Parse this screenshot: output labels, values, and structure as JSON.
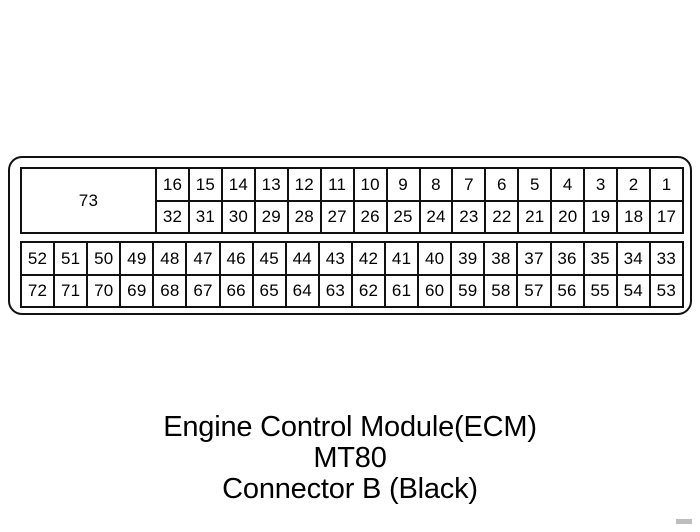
{
  "diagram": {
    "type": "connector-pinout",
    "shell": {
      "shape": "rounded-rectangle",
      "outline_color": "#111111",
      "fill_color": "#ffffff"
    },
    "merged_cell": {
      "label": "73",
      "span": "2 rows"
    },
    "blocks": [
      {
        "name": "top-block",
        "rows": [
          {
            "name": "top-block-row-1",
            "cells": [
              "16",
              "15",
              "14",
              "13",
              "12",
              "11",
              "10",
              "9",
              "8",
              "7",
              "6",
              "5",
              "4",
              "3",
              "2",
              "1"
            ]
          },
          {
            "name": "top-block-row-2",
            "cells": [
              "32",
              "31",
              "30",
              "29",
              "28",
              "27",
              "26",
              "25",
              "24",
              "23",
              "22",
              "21",
              "20",
              "19",
              "18",
              "17"
            ]
          }
        ]
      },
      {
        "name": "bottom-block",
        "rows": [
          {
            "name": "bottom-block-row-1",
            "cells": [
              "52",
              "51",
              "50",
              "49",
              "48",
              "47",
              "46",
              "45",
              "44",
              "43",
              "42",
              "41",
              "40",
              "39",
              "38",
              "37",
              "36",
              "35",
              "34",
              "33"
            ]
          },
          {
            "name": "bottom-block-row-2",
            "cells": [
              "72",
              "71",
              "70",
              "69",
              "68",
              "67",
              "66",
              "65",
              "64",
              "63",
              "62",
              "61",
              "60",
              "59",
              "58",
              "57",
              "56",
              "55",
              "54",
              "53"
            ]
          }
        ]
      }
    ]
  },
  "caption": {
    "line1": "Engine Control Module(ECM)",
    "line2": "MT80",
    "line3": "Connector B (Black)"
  }
}
